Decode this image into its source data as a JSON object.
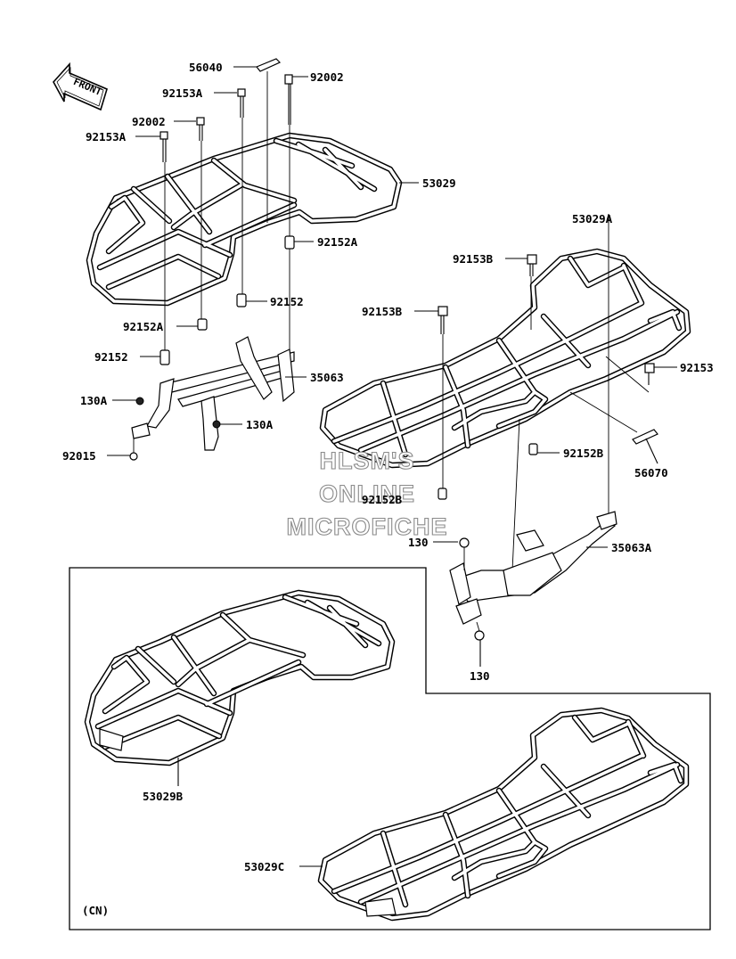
{
  "front_marker": {
    "text": "FRONT",
    "icon": "front-arrow-icon"
  },
  "watermark": {
    "line1": "HLSM'S",
    "line2": "ONLINE",
    "line3": "MICROFICHE"
  },
  "region_note": "(CN)",
  "labels": {
    "l56040": "56040",
    "l92002_top": "92002",
    "l92153A_top": "92153A",
    "l92002_mid": "92002",
    "l92153A_mid": "92153A",
    "l53029": "53029",
    "l92152A_right": "92152A",
    "l92152_right": "92152",
    "l92152A_left": "92152A",
    "l92152_left": "92152",
    "l35063": "35063",
    "l130A_left": "130A",
    "l130A_right": "130A",
    "l92015": "92015",
    "l53029A": "53029A",
    "l92153B_top": "92153B",
    "l92153B_mid": "92153B",
    "l92153": "92153",
    "l92152B_right": "92152B",
    "l56070": "56070",
    "l92152B_left": "92152B",
    "l130_top": "130",
    "l35063A": "35063A",
    "l130_bottom": "130",
    "l53029B": "53029B",
    "l53029C": "53029C"
  }
}
